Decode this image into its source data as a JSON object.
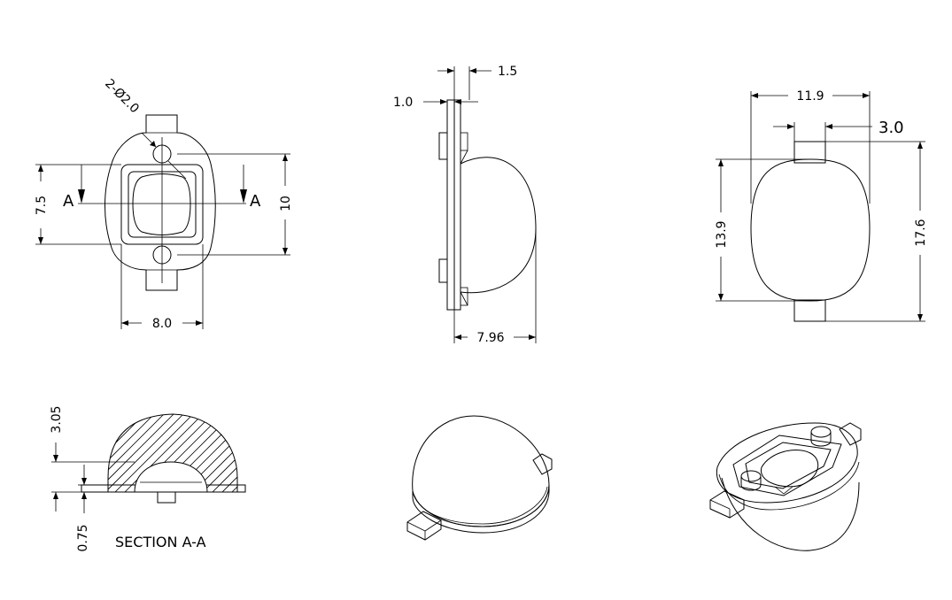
{
  "front_view": {
    "hole_callout": "2-Ø2.0",
    "section_marker": "A",
    "height_inner": "7.5",
    "height_outer": "10",
    "width": "8.0"
  },
  "side_view": {
    "flange_thickness": "1.5",
    "step": "1.0",
    "depth": "7.96"
  },
  "back_view": {
    "width": "11.9",
    "tab_width": "3.0",
    "lens_height": "13.9",
    "overall_height": "17.6"
  },
  "section_view": {
    "dome_height": "3.05",
    "base_thickness": "0.75",
    "caption": "SECTION A-A"
  },
  "style": {
    "line_color": "#000000",
    "background": "#ffffff"
  }
}
